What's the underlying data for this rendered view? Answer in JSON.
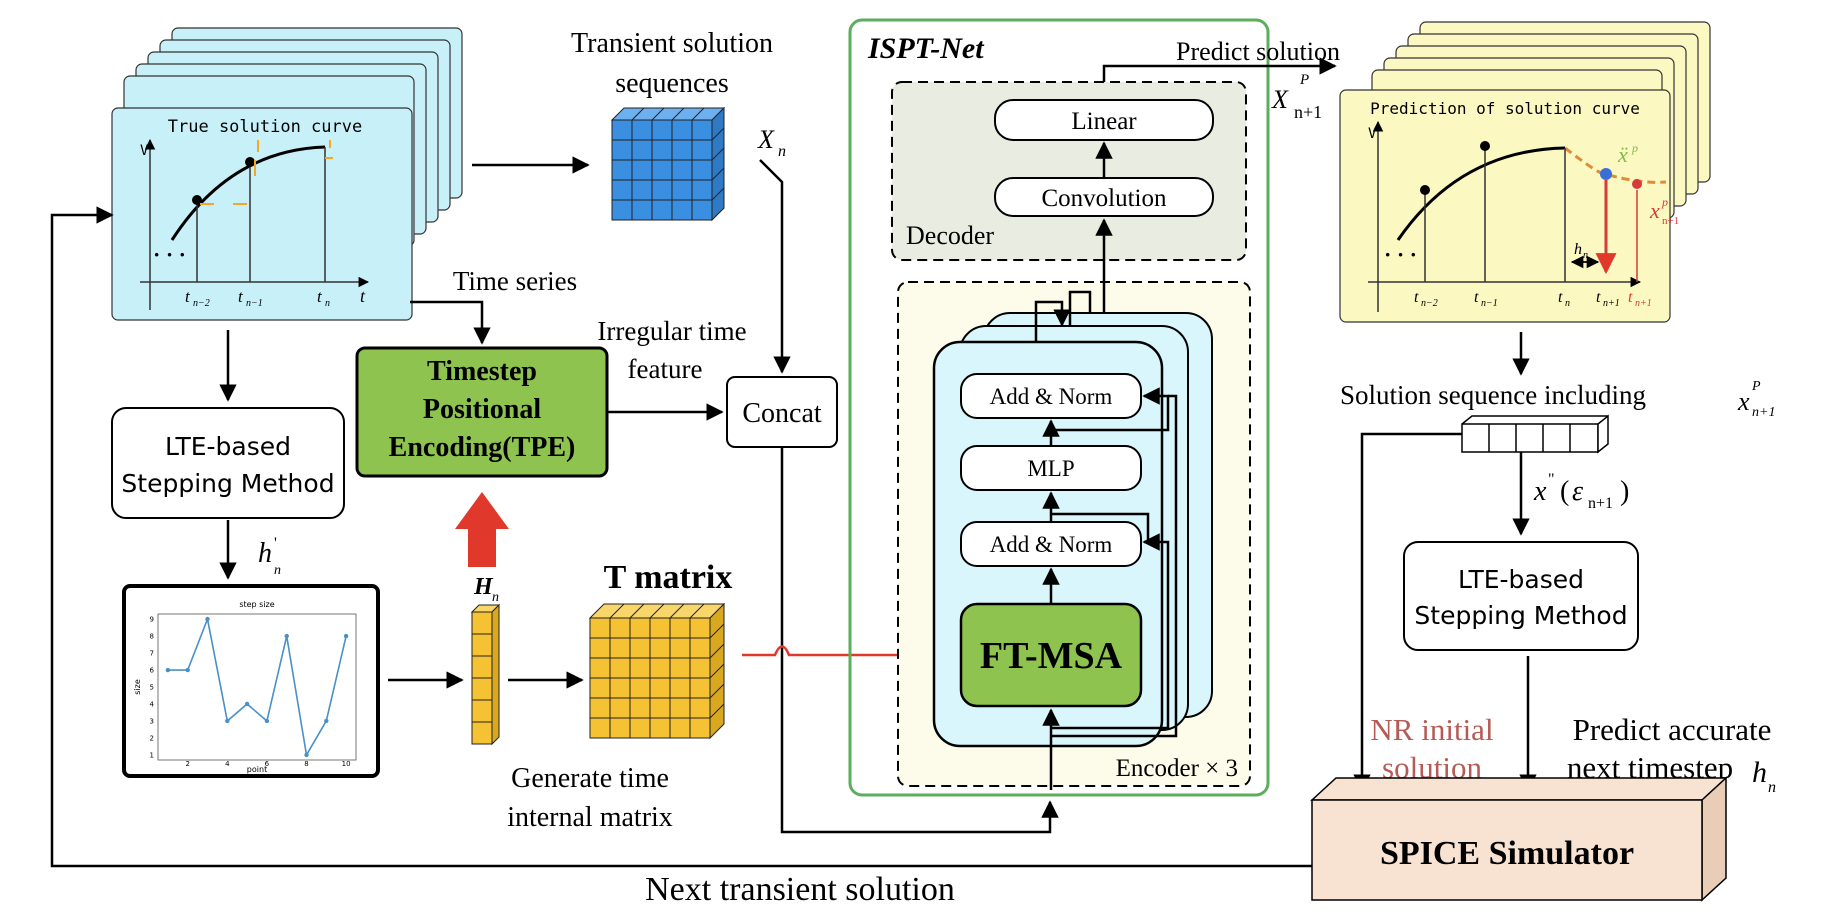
{
  "true_curve": {
    "title": "True solution curve",
    "v_label": "V",
    "t_label": "t",
    "dots": "· · ·",
    "ticks": [
      "t",
      "t",
      "t"
    ],
    "tick_subs": [
      "n−2",
      "n−1",
      "n"
    ]
  },
  "transient": {
    "title_line1": "Transient solution",
    "title_line2": "sequences",
    "xn_main": "X",
    "xn_sub": "n"
  },
  "time_series_label": "Time series",
  "irregular_line1": "Irregular time",
  "irregular_line2": "feature",
  "tpe": {
    "line1": "Timestep",
    "line2": "Positional",
    "line3": "Encoding(TPE)",
    "color": "#8DC34E"
  },
  "concat_label": "Concat",
  "lte_left": {
    "line1": "LTE-based",
    "line2": "Stepping Method"
  },
  "hn_prime": {
    "main": "h",
    "sub": "n",
    "sup": "'"
  },
  "stepsize_plot": {
    "title": "step size",
    "xlabel": "point",
    "ylabel": "size",
    "xticks": [
      "2",
      "4",
      "6",
      "8",
      "10"
    ],
    "yticks": [
      "1",
      "2",
      "3",
      "4",
      "5",
      "6",
      "7",
      "8",
      "9"
    ]
  },
  "chart_data": {
    "type": "line",
    "title": "step size",
    "xlabel": "point",
    "ylabel": "size",
    "x": [
      1,
      2,
      3,
      4,
      5,
      6,
      7,
      8,
      9,
      10
    ],
    "values": [
      6,
      6,
      9,
      3,
      4,
      3,
      8,
      1,
      3,
      8
    ],
    "xlim": [
      0.5,
      10.5
    ],
    "ylim": [
      0.7,
      9.3
    ],
    "color": "#4A90C8"
  },
  "hn_col": {
    "main": "H",
    "sub": "n"
  },
  "tmatrix_label": "T matrix",
  "gen_line1": "Generate time",
  "gen_line2": "internal matrix",
  "isptnet": {
    "title": "ISPT-Net",
    "predict_solution": "Predict solution",
    "decoder_label": "Decoder",
    "linear_label": "Linear",
    "conv_label": "Convolution",
    "addnorm_top": "Add & Norm",
    "mlp_label": "MLP",
    "addnorm_bottom": "Add & Norm",
    "ftmsa_label": "FT-MSA",
    "encoder_label": "Encoder × 3",
    "xp_main": "X",
    "xp_sup": "P",
    "xp_sub": "n+1"
  },
  "pred_curve": {
    "title": "Prediction of solution curve",
    "v_label": "V",
    "dots": "· · ·",
    "xdd_label": "ẍ",
    "xdd_sup": "p",
    "xp_label": "x",
    "xp_sup": "p",
    "xp_sub": "n+1",
    "hn_main": "h",
    "hn_sub": "n",
    "ticks": [
      "t",
      "t",
      "t",
      "t",
      "t"
    ],
    "tick_subs": [
      "n−2",
      "n−1",
      "n",
      "n+1",
      "n+1"
    ]
  },
  "sol_seq": {
    "text": "Solution sequence including",
    "main": "x",
    "sup": "P",
    "sub": "n+1"
  },
  "x_eps": {
    "main": "x",
    "sup": "\"",
    "open": "(",
    "eps": "ε",
    "sub": "n+1",
    "close": ")"
  },
  "lte_right": {
    "line1": "LTE-based",
    "line2": "Stepping Method"
  },
  "nr_line1": "NR initial",
  "nr_line2": "solution",
  "pa_line1": "Predict accurate",
  "pa_line2": "next timestep",
  "pa_hn": {
    "main": "h",
    "sub": "n"
  },
  "spice_label": "SPICE Simulator",
  "next_transient": "Next transient solution",
  "colors": {
    "cyan_card": "#C8F0F8",
    "yellow_card": "#FBF8C2",
    "blue_cube": "#3A8FE0",
    "gold_cube": "#F5C233",
    "green_box": "#8DC34E",
    "red_arrow": "#E0392B",
    "isptnet_border": "#5BAE5B",
    "decoder_bg": "#E9EDE1",
    "encoder_bg": "#FDFCEA",
    "encoder_card": "#D8F6FB",
    "spice_bg": "#F8E3D2",
    "nr_text": "#B55A55"
  }
}
